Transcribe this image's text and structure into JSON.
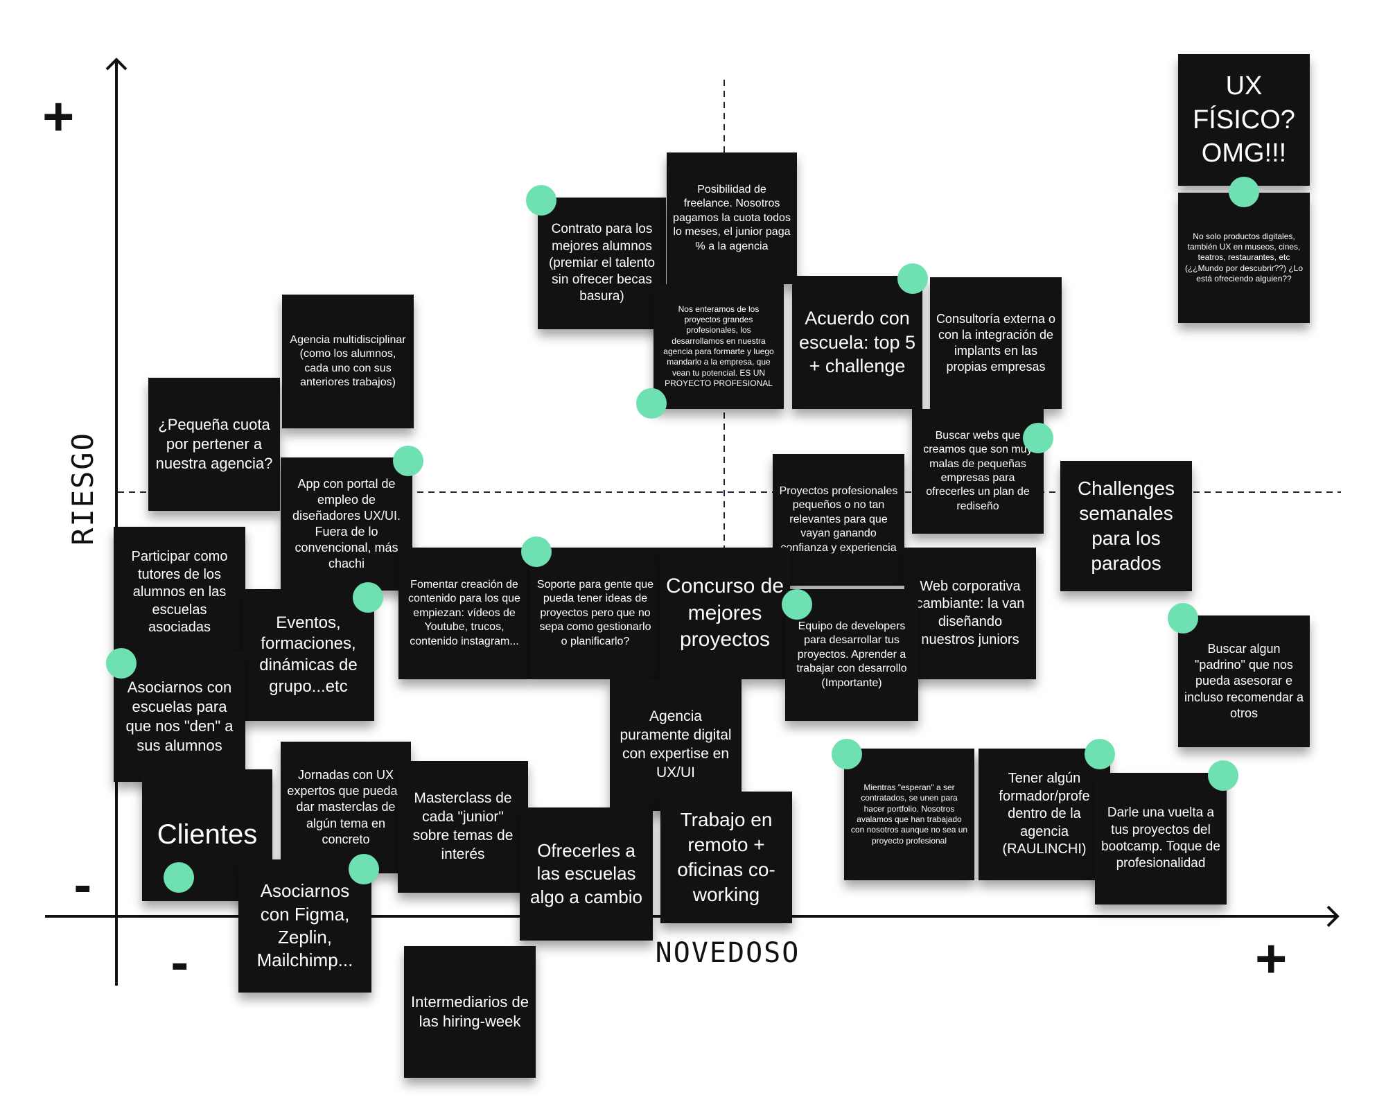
{
  "axes": {
    "y_label": "RIESGO",
    "x_label": "NOVEDOSO",
    "y_plus": "+",
    "y_minus": "-",
    "x_minus": "-",
    "x_plus": "+"
  },
  "colors": {
    "note_bg": "#121212",
    "dot": "#6fe0b1",
    "axis": "#111111",
    "divider": "#1f2340"
  },
  "notes": [
    {
      "id": "contrato",
      "text": "Contrato para los mejores alumnos (premiar el talento sin ofrecer becas basura)"
    },
    {
      "id": "freelance",
      "text": "Posibilidad de freelance. Nosotros pagamos la cuota todos lo meses, el junior paga % a la agencia"
    },
    {
      "id": "proyectos-grandes",
      "text": "Nos enteramos de los proyectos grandes profesionales, los desarrollamos en nuestra agencia para formarte y luego mandarlo a la empresa, que vean tu potencial. ES UN PROYECTO PROFESIONAL"
    },
    {
      "id": "acuerdo-escuela",
      "text": "Acuerdo con escuela: top 5 + challenge"
    },
    {
      "id": "consultoria",
      "text": "Consultoría externa o con la integración de implants en las propias empresas"
    },
    {
      "id": "ux-fisico",
      "text": "UX FÍSICO? OMG!!!"
    },
    {
      "id": "no-solo-productos",
      "text": "No solo productos digitales, también UX en museos, cines, teatros, restaurantes, etc (¿¿Mundo por descubrir??) ¿Lo está ofreciendo alguien??"
    },
    {
      "id": "agencia-multi",
      "text": "Agencia multidisciplinar (como los alumnos, cada uno con sus anteriores trabajos)"
    },
    {
      "id": "pequena-cuota",
      "text": "¿Pequeña cuota por pertener a nuestra agencia?"
    },
    {
      "id": "app-portal",
      "text": "App con portal de empleo de diseñadores UX/UI. Fuera de lo convencional, más chachi"
    },
    {
      "id": "buscar-webs",
      "text": "Buscar webs que creamos que son muy malas de pequeñas empresas para ofrecerles un plan de rediseño"
    },
    {
      "id": "proyectos-pequenos",
      "text": "Proyectos profesionales pequeños o no tan relevantes para que vayan ganando confianza y experiencia"
    },
    {
      "id": "challenges",
      "text": "Challenges semanales para los parados"
    },
    {
      "id": "participar-tutores",
      "text": "Participar como tutores de los alumnos en las escuelas asociadas"
    },
    {
      "id": "fomentar",
      "text": "Fomentar creación de contenido para los que empiezan: vídeos de Youtube, trucos, contenido instagram..."
    },
    {
      "id": "soporte",
      "text": "Soporte para gente que pueda tener ideas de proyectos pero que no sepa como gestionarlo o planificarlo?"
    },
    {
      "id": "concurso",
      "text": "Concurso de mejores proyectos"
    },
    {
      "id": "web-corporativa",
      "text": "Web corporativa cambiante: la van diseñando nuestros juniors"
    },
    {
      "id": "equipo-developers",
      "text": "Equipo de developers para desarrollar tus proyectos. Aprender a trabajar con desarrollo (Importante)"
    },
    {
      "id": "eventos",
      "text": "Eventos, formaciones, dinámicas de grupo...etc"
    },
    {
      "id": "asociarnos-escuelas",
      "text": "Asociarnos con escuelas para que nos \"den\" a sus alumnos"
    },
    {
      "id": "buscar-padrino",
      "text": "Buscar algun \"padrino\" que nos pueda asesorar e incluso recomendar a otros"
    },
    {
      "id": "agencia-digital",
      "text": "Agencia puramente digital con expertise en UX/UI"
    },
    {
      "id": "jornadas",
      "text": "Jornadas con UX expertos que puedan dar masterclas de algún tema en concreto"
    },
    {
      "id": "masterclass",
      "text": "Masterclass de cada \"junior\" sobre temas de interés"
    },
    {
      "id": "clientes",
      "text": "Clientes"
    },
    {
      "id": "mientras-esperan",
      "text": "Mientras \"esperan\" a ser contratados, se unen para hacer portfolio. Nosotros avalamos que han trabajado con nosotros aunque no sea un proyecto profesional"
    },
    {
      "id": "formador",
      "text": "Tener algún formador/profe dentro de la agencia (RAULINCHI)"
    },
    {
      "id": "darle-vuelta",
      "text": "Darle una vuelta a tus proyectos del bootcamp. Toque de profesionalidad"
    },
    {
      "id": "ofrecerles",
      "text": "Ofrecerles a las escuelas algo a cambio"
    },
    {
      "id": "trabajo-remoto",
      "text": "Trabajo en remoto + oficinas co-working"
    },
    {
      "id": "asociarnos-figma",
      "text": "Asociarnos con Figma, Zeplin, Mailchimp..."
    },
    {
      "id": "intermediarios",
      "text": "Intermediarios de las hiring-week"
    }
  ]
}
